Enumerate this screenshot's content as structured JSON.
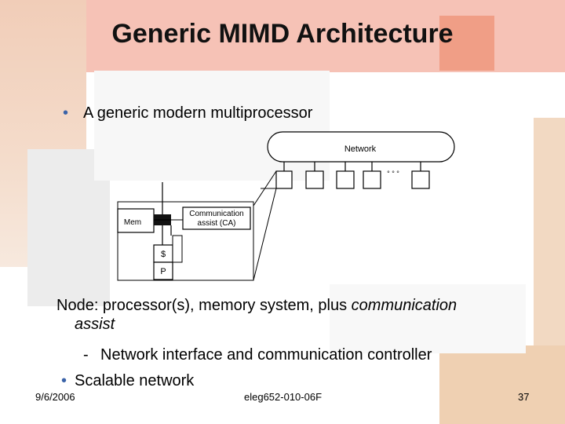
{
  "title": "Generic MIMD Architecture",
  "bullets": {
    "first": "A generic modern multiprocessor",
    "node_prefix": "Node: processor(s), memory system, plus ",
    "node_emph": "communication",
    "node_cont": "assist",
    "sub_dash": "-",
    "sub_text": "Network interface and communication controller",
    "second": "Scalable network"
  },
  "diagram": {
    "network_label": "Network",
    "ellipsis": "° ° °",
    "mem_label": "Mem",
    "ca_label_line1": "Communication",
    "ca_label_line2": "assist (CA)",
    "cache_label": "$",
    "proc_label": "P"
  },
  "footer": {
    "date": "9/6/2006",
    "course": "eleg652-010-06F",
    "page": "37"
  },
  "colors": {
    "title_band": "#f2b3a6",
    "bullet_blue": "#3a63a8",
    "node_black": "#111111"
  }
}
